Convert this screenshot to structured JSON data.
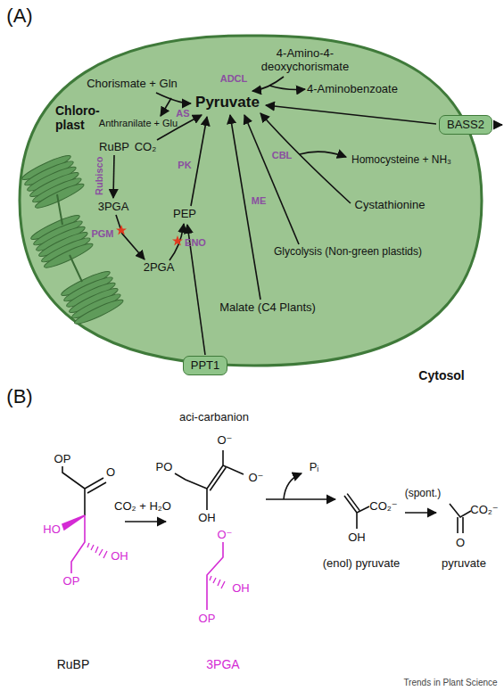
{
  "diagram": {
    "nodes": [
      {
        "text": [
          "Chloro- plast"
        ]
      },
      {
        "text": [
          "BASS2"
        ]
      },
      {
        "text": [
          "PPT1"
        ]
      }
    ],
    "labels": [
      "(A)",
      "Chorismate + Gln",
      "Anthranilate + Glu",
      "AS",
      "4-Amino-4- deoxychorismate",
      "ADCL",
      "4-Aminobenzoate",
      "Pyruvate",
      "RuBP",
      "CO₂",
      "Rubisco",
      "3PGA",
      "PGM",
      "2PGA",
      "ENO",
      "PEP",
      "PK",
      "ME",
      "CBL",
      "Homocysteine + NH₃",
      "Cystathionine",
      "Glycolysis (Non-green plastids)",
      "Malate (C4 Plants)",
      "Cytosol",
      "(B)",
      "aci-carbanion",
      "OP",
      "O",
      "HO",
      "OH",
      "OP",
      "CO₂ + H₂O",
      "O⁻",
      "O⁻",
      "PO",
      "OH",
      "O⁻",
      "OH",
      "OP",
      "Pᵢ",
      "(spont.)",
      "CO₂⁻",
      "OH",
      "(enol) pyruvate",
      "O",
      "CO₂⁻",
      "pyruvate",
      "RuBP",
      "3PGA",
      "Trends in Plant Science"
    ]
  }
}
